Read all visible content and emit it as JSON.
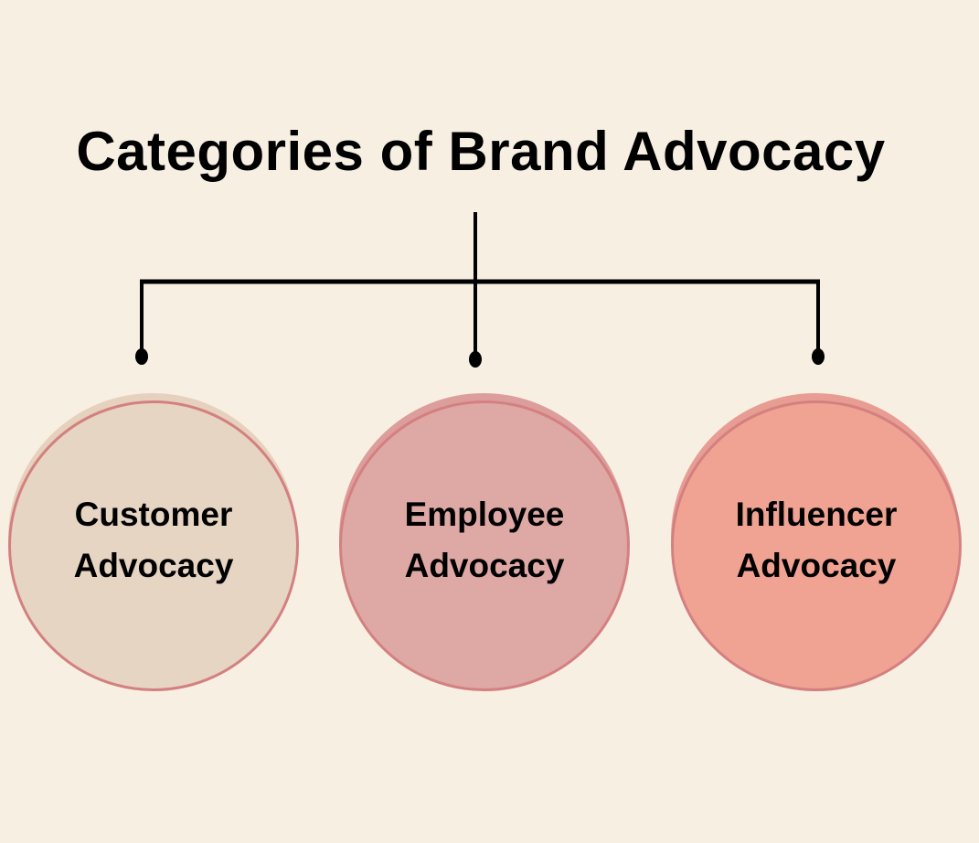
{
  "diagram": {
    "title": "Categories of Brand Advocacy",
    "categories": [
      {
        "line1": "Customer",
        "line2": "Advocacy",
        "fill": "#e6d5c3",
        "shadow": "#e2cdb8"
      },
      {
        "line1": "Employee",
        "line2": "Advocacy",
        "fill": "#dea8a5",
        "shadow": "#d89593"
      },
      {
        "line1": "Influencer",
        "line2": "Advocacy",
        "fill": "#f0a392",
        "shadow": "#e6948a"
      }
    ],
    "colors": {
      "background": "#f8efe3",
      "connector": "#000000",
      "circle_border": "#d48080"
    }
  }
}
